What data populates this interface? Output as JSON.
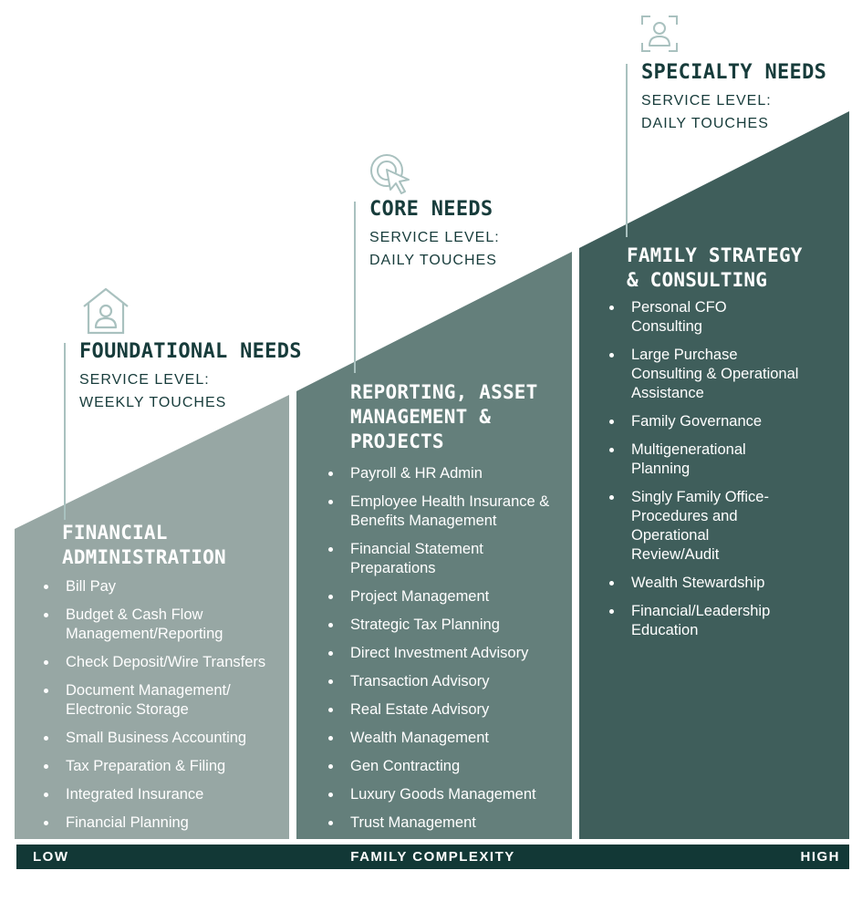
{
  "colors": {
    "col1": "#97a7a4",
    "col2": "#647f7b",
    "col3": "#3f5e5b",
    "heading": "#173c3b",
    "line": "#a9c1bf",
    "axis": "#123836"
  },
  "headers": [
    {
      "icon": "house-person-icon",
      "title": "FOUNDATIONAL NEEDS",
      "service_line1": "SERVICE LEVEL:",
      "service_line2": "WEEKLY TOUCHES"
    },
    {
      "icon": "cursor-target-icon",
      "title": "CORE NEEDS",
      "service_line1": "SERVICE LEVEL:",
      "service_line2": "DAILY TOUCHES"
    },
    {
      "icon": "person-focus-icon",
      "title": "SPECIALTY NEEDS",
      "service_line1": "SERVICE LEVEL:",
      "service_line2": "DAILY TOUCHES"
    }
  ],
  "columns": [
    {
      "title_lines": [
        "FINANCIAL",
        "ADMINISTRATION"
      ],
      "items": [
        "Bill Pay",
        "Budget & Cash Flow Management/Reporting",
        "Check Deposit/Wire Transfers",
        "Document Management/ Electronic Storage",
        "Small Business Accounting",
        "Tax Preparation & Filing",
        "Integrated Insurance",
        "Financial Planning"
      ]
    },
    {
      "title_lines": [
        "REPORTING, ASSET",
        "MANAGEMENT &",
        "PROJECTS"
      ],
      "items": [
        "Payroll & HR Admin",
        "Employee Health Insurance & Benefits Management",
        "Financial Statement Preparations",
        "Project Management",
        "Strategic Tax Planning",
        "Direct Investment Advisory",
        "Transaction Advisory",
        "Real Estate Advisory",
        "Wealth Management",
        "Gen Contracting",
        "Luxury Goods Management",
        "Trust Management"
      ]
    },
    {
      "title_lines": [
        "FAMILY STRATEGY",
        "& CONSULTING"
      ],
      "items": [
        "Personal CFO Consulting",
        "Large Purchase Consulting & Operational Assistance",
        "Family Governance",
        "Multigenerational Planning",
        "Singly Family Office-Procedures and Operational Review/Audit",
        "Wealth Stewardship",
        "Financial/Leadership Education"
      ]
    }
  ],
  "axis": {
    "low": "LOW",
    "label": "FAMILY COMPLEXITY",
    "high": "HIGH"
  }
}
